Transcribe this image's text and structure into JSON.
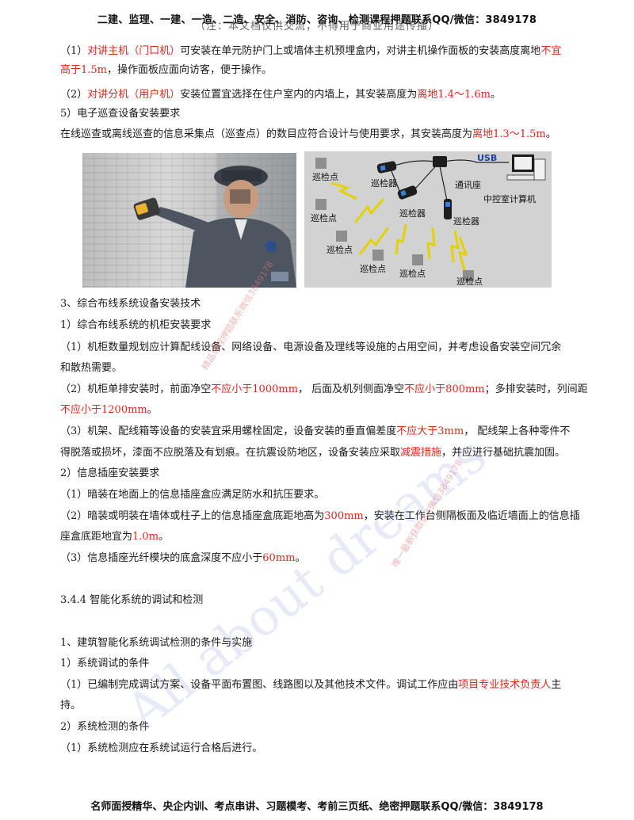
{
  "header": {
    "banner": "二建、监理、一建、一造、二造、安全、消防、咨询、检测课程押题联系QQ/微信：3849178",
    "overlay": "（注：本文档仅供交流，不得用于商业用途传播）"
  },
  "footer": {
    "banner": "名师面授精华、央企内训、考点串讲、习题模考、考前三页纸、绝密押题联系QQ/微信：3849178"
  },
  "watermarks": {
    "large": "All about dreams",
    "small_a": "精品课程押题联系微信3849178",
    "small_b": "唯一最新获取请+微信3849178"
  },
  "p1": {
    "a": "（1）",
    "b": "对讲主机（门口机）",
    "c": "可安装在单元防护门上或墙体主机预埋盒内，对讲主机操作面板的安装高度离地",
    "d": "不宜",
    "e": "高于1.5m",
    "f": "，操作面板应面向访客，便于操作。"
  },
  "p2": {
    "a": "（2）",
    "b": "对讲分机（用户机）",
    "c": "安装位置宜选择在住户室内的内墙上，其安装高度为",
    "d": "离地1.4～1.6m",
    "e": "。"
  },
  "h5": "5）电子巡查设备安装要求",
  "p3": {
    "a": "在线巡查或离线巡查的信息采集点（巡查点）的数目应符合设计与使用要求，其安装高度为",
    "b": "离地1.3～1.5m",
    "c": "。"
  },
  "diagram": {
    "labels": {
      "pt1": "巡检点",
      "dev1": "巡检器",
      "usb": "USB",
      "pt2": "巡检点",
      "base": "通讯座",
      "pc": "中控室计算机",
      "dev2": "巡检器",
      "dev3": "巡检器",
      "pt3": "巡检点",
      "pt4": "巡检点",
      "pt5": "巡检点",
      "pt6": "巡检点"
    }
  },
  "s3": "3、综合布线系统设备安装技术",
  "s3_1": "1）综合布线系统的机柜安装要求",
  "c1": {
    "a": "（1）机柜数量规划应计算配线设备、网络设备、电源设备及理线等设施的占用空间，并考虑设备安装空间冗余",
    "b": "和散热需要。"
  },
  "c2": {
    "a": "（2）机柜单排安装时，前面净空",
    "b": "不应小于1000mm",
    "c": "，  后面及机列侧面净空",
    "d": "不应小于800mm",
    "e": "；多排安装时，列间距",
    "f": "不应小于1200mm",
    "g": "。"
  },
  "c3": {
    "a": "（3）机架、配线箱等设备的安装宜采用螺栓固定，设备安装的垂直偏差度",
    "b": "不应大于3mm",
    "c": "，  配线架上各种零件不",
    "d": "得脱落或损坏，漆面不应脱落及有划痕。在抗震设防地区，设备安装应采取",
    "e": "减震措施",
    "f": "，并应进行基础抗震加固。"
  },
  "s3_2": "2）信息插座安装要求",
  "i1": "（1）暗装在地面上的信息插座盒应满足防水和抗压要求。",
  "i2": {
    "a": "（2）暗装或明装在墙体或柱子上的信息插座盒底距地高为",
    "b": "300mm",
    "c": "，安装在工作台侧隔板面及临近墙面上的信息插",
    "d": "座盒底距地宜为",
    "e": "1.0m",
    "f": "。"
  },
  "i3": {
    "a": "（3）信息插座光纤模块的底盒深度不应小于",
    "b": "60mm",
    "c": "。"
  },
  "sec344": "3.4.4 智能化系统的调试和检测",
  "t1": "1、建筑智能化系统调试检测的条件与实施",
  "t1_1": "1）系统调试的条件",
  "t2": {
    "a": "（1）已编制完成调试方案、设备平面布置图、线路图以及其他技术文件。调试工作应由",
    "b": "项目专业技术负责人",
    "c": "主",
    "d": "持。"
  },
  "t1_2": "2）系统检测的条件",
  "t3": "（1）系统检测应在系统试运行合格后进行。"
}
